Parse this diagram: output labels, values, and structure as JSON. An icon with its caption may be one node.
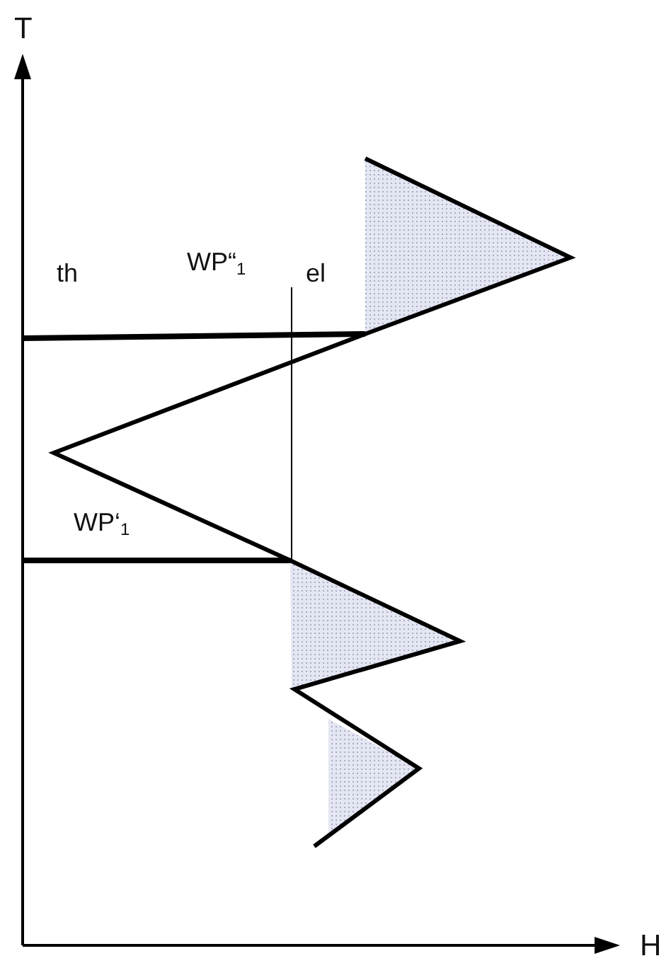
{
  "diagram": {
    "labels": [
      "T",
      "H",
      "th",
      "WP“$_{1}$",
      "el",
      "WP‘$_{1}$"
    ]
  }
}
